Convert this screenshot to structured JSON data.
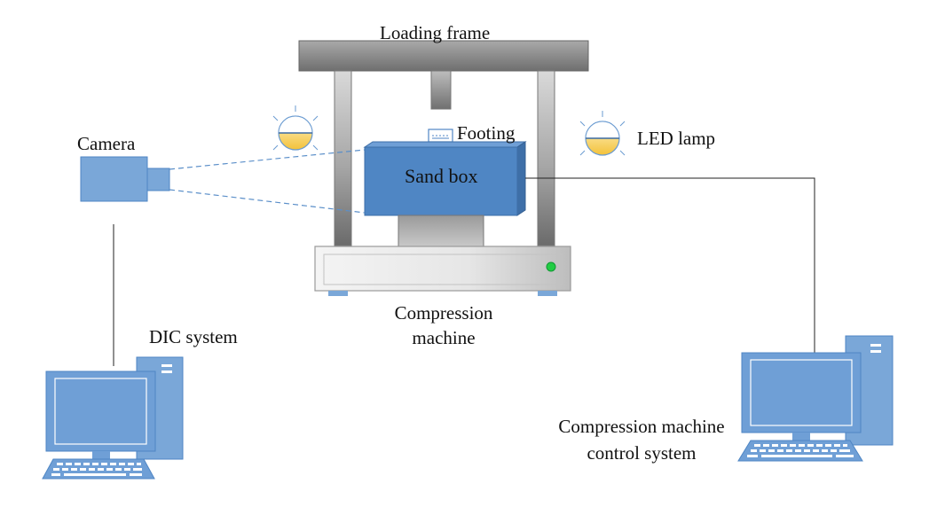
{
  "labels": {
    "loading_frame": "Loading frame",
    "footing": "Footing",
    "led_lamp": "LED lamp",
    "camera": "Camera",
    "sand_box": "Sand box",
    "compression_machine": "Compression machine",
    "compression_machine_line1": "Compression",
    "compression_machine_line2": "machine",
    "dic_system": "DIC system",
    "control_system_line1": "Compression machine",
    "control_system_line2": "control system"
  },
  "colors": {
    "frame_gray": "#8a8a8a",
    "camera_blue": "#7aa7d8",
    "sandbox_blue": "#4f86c4",
    "computer_blue": "#6f9fd6",
    "lamp_yellow": "#f6cf4e",
    "indicator_green": "#22cc44",
    "dashed_line": "#5b8fc9"
  }
}
